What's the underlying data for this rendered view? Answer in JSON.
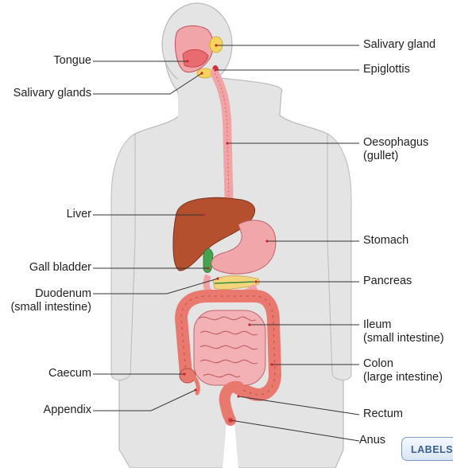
{
  "labels": {
    "tongue": "Tongue",
    "salivary_glands": "Salivary glands",
    "liver": "Liver",
    "gall_bladder": "Gall bladder",
    "duodenum": "Duodenum",
    "duodenum_sub": "(small intestine)",
    "caecum": "Caecum",
    "appendix": "Appendix",
    "salivary_gland": "Salivary gland",
    "epiglottis": "Epiglottis",
    "oesophagus": "Oesophagus",
    "oesophagus_sub": "(gullet)",
    "stomach": "Stomach",
    "pancreas": "Pancreas",
    "ileum": "Ileum",
    "ileum_sub": "(small intestine)",
    "colon": "Colon",
    "colon_sub": "(large intestine)",
    "rectum": "Rectum",
    "anus": "Anus"
  },
  "button": {
    "labels": "LABELS"
  },
  "colors": {
    "body_fill": "#e4e4e4",
    "body_outline": "#b9b9b9",
    "liver": "#b5502f",
    "stomach": "#f1a7aa",
    "pancreas": "#f3d47c",
    "intestine": "#e9796f",
    "small_intestine": "#f4b1b5",
    "oesophagus": "#f2a3a6",
    "gall_bladder": "#47a24f",
    "gland": "#f6d35c"
  }
}
